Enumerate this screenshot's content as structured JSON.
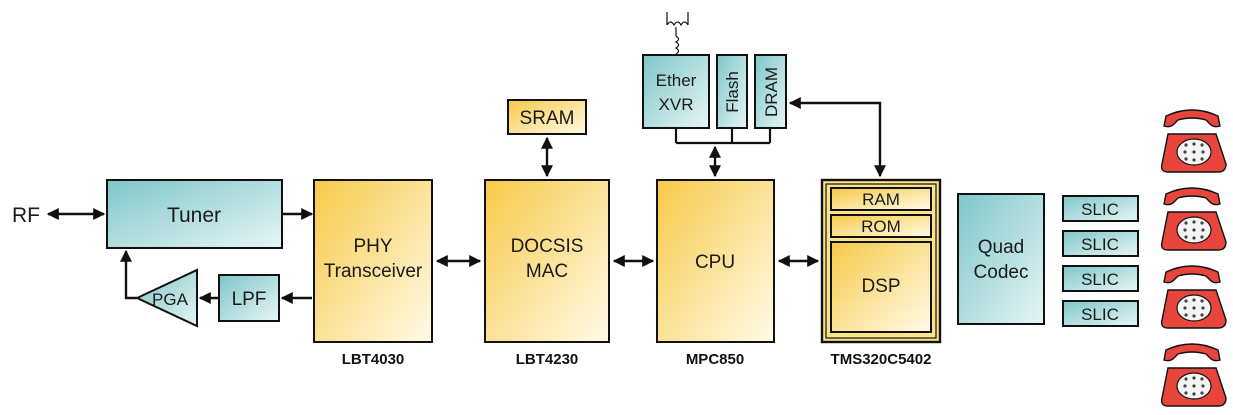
{
  "colors": {
    "yellow_light": "#fffbe8",
    "yellow_dark": "#f7c948",
    "teal_light": "#e6f5f5",
    "teal_dark": "#7fc6c9",
    "phone_red": "#e8453c",
    "outline": "#111111"
  },
  "io": {
    "rf": "RF"
  },
  "blocks": {
    "tuner": "Tuner",
    "pga": "PGA",
    "lpf": "LPF",
    "phy_line1": "PHY",
    "phy_line2": "Transceiver",
    "docsis_line1": "DOCSIS",
    "docsis_line2": "MAC",
    "sram": "SRAM",
    "cpu": "CPU",
    "ether_line1": "Ether",
    "ether_line2": "XVR",
    "flash": "Flash",
    "dram": "DRAM",
    "ram": "RAM",
    "rom": "ROM",
    "dsp": "DSP",
    "codec_line1": "Quad",
    "codec_line2": "Codec",
    "slic": [
      "SLIC",
      "SLIC",
      "SLIC",
      "SLIC"
    ]
  },
  "chips": {
    "phy": "LBT4030",
    "mac": "LBT4230",
    "cpu": "MPC850",
    "dsp": "TMS320C5402"
  },
  "icons": {
    "transformer": "transformer-icon",
    "telephone": "telephone-icon",
    "phone_count": 4
  }
}
